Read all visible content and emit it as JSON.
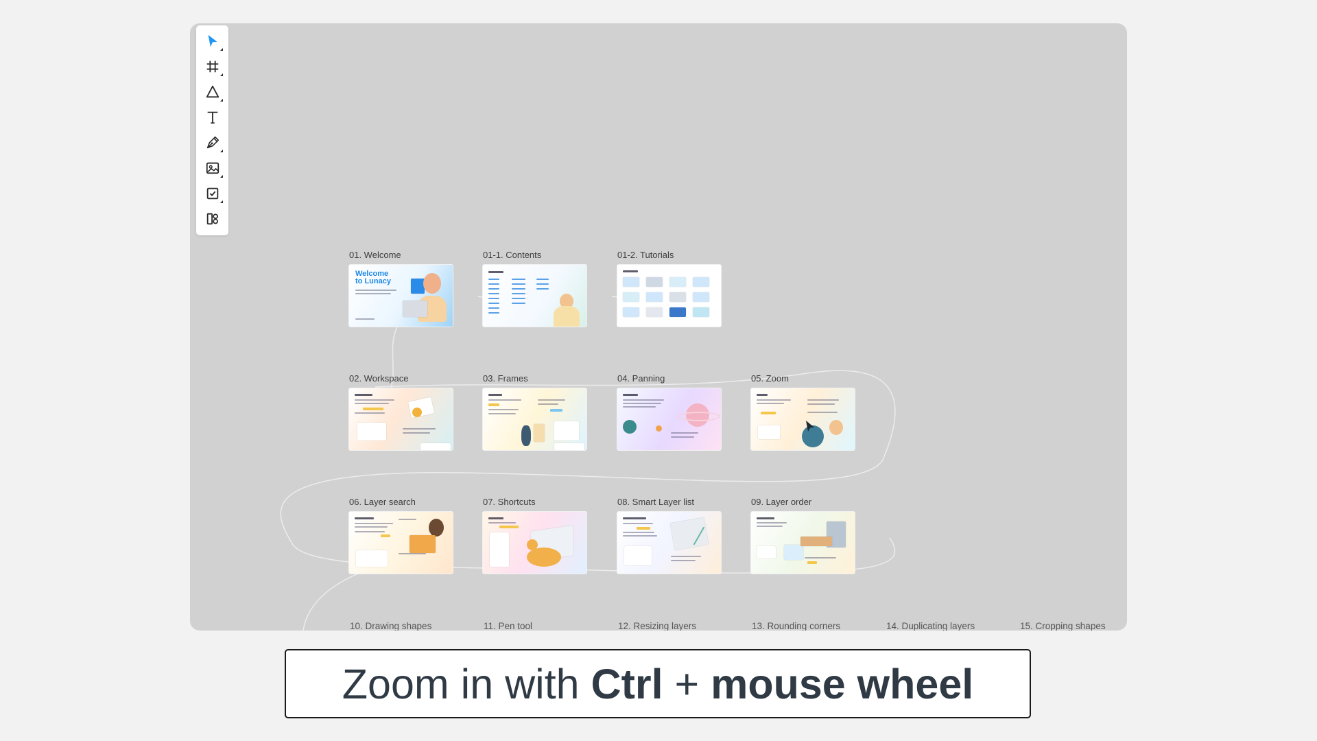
{
  "canvas": {
    "frames": [
      {
        "id": "welcome",
        "label": "01. Welcome",
        "thumb_title": "Welcome to Lunacy"
      },
      {
        "id": "contents",
        "label": "01-1. Contents",
        "thumb_title": "Contents"
      },
      {
        "id": "tutorials",
        "label": "01-2. Tutorials",
        "thumb_title": "Tutorials"
      },
      {
        "id": "workspace",
        "label": "02. Workspace",
        "thumb_title": "Workspace"
      },
      {
        "id": "frames",
        "label": "03. Frames",
        "thumb_title": "Frames"
      },
      {
        "id": "panning",
        "label": "04. Panning",
        "thumb_title": "Panning"
      },
      {
        "id": "zoom",
        "label": "05. Zoom",
        "thumb_title": "Zoom"
      },
      {
        "id": "layersearch",
        "label": "06. Layer search",
        "thumb_title": "Layer search"
      },
      {
        "id": "shortcuts",
        "label": "07. Shortcuts",
        "thumb_title": "Shortcuts"
      },
      {
        "id": "smartlayer",
        "label": "08. Smart Layer list",
        "thumb_title": "Smart Layer list"
      },
      {
        "id": "layerorder",
        "label": "09. Layer order",
        "thumb_title": "Layer order"
      }
    ],
    "partial_frames": [
      {
        "label": "10. Drawing shapes"
      },
      {
        "label": "11. Pen tool"
      },
      {
        "label": "12. Resizing layers"
      },
      {
        "label": "13. Rounding corners"
      },
      {
        "label": "14. Duplicating layers"
      },
      {
        "label": "15. Cropping shapes"
      }
    ]
  },
  "toolbar": {
    "tools": [
      {
        "icon": "pointer-icon",
        "active": true
      },
      {
        "icon": "frame-icon"
      },
      {
        "icon": "shape-icon"
      },
      {
        "icon": "text-icon"
      },
      {
        "icon": "pen-icon"
      },
      {
        "icon": "image-icon"
      },
      {
        "icon": "ui-components-icon"
      },
      {
        "icon": "component-icon"
      }
    ],
    "accent": "#2196f3"
  },
  "caption": {
    "prefix": "Zoom in with ",
    "key1": "Ctrl",
    "plus": " + ",
    "key2": "mouse wheel"
  }
}
